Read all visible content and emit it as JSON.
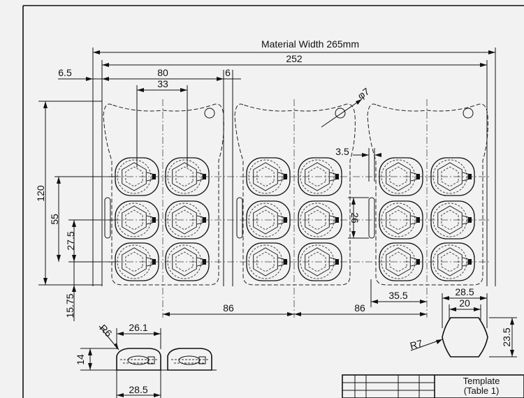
{
  "dimensions": {
    "material_width": "Material Width 265mm",
    "width_252": "252",
    "margin_6_5": "6.5",
    "pitch_80": "80",
    "gap_6": "6",
    "cavity_33": "33",
    "hole_phi7": "φ7",
    "offset_3_5": "3.5",
    "height_120": "120",
    "height_55": "55",
    "height_27_5": "27.5",
    "height_15_75": "15.75",
    "slot_26": "26",
    "spacing_86_left": "86",
    "spacing_86_right": "86",
    "offset_35_5": "35.5",
    "detail_28_5": "28.5",
    "detail_20": "20",
    "detail_23_5": "23.5",
    "radius_r7": "R7",
    "side_26_1": "26.1",
    "side_r6": "R6",
    "side_14": "14",
    "side_28_5": "28.5"
  },
  "title_block": {
    "line1": "Template",
    "line2": "(Table 1)"
  },
  "colors": {
    "background": "#f2f2f2",
    "ink": "#111111"
  }
}
